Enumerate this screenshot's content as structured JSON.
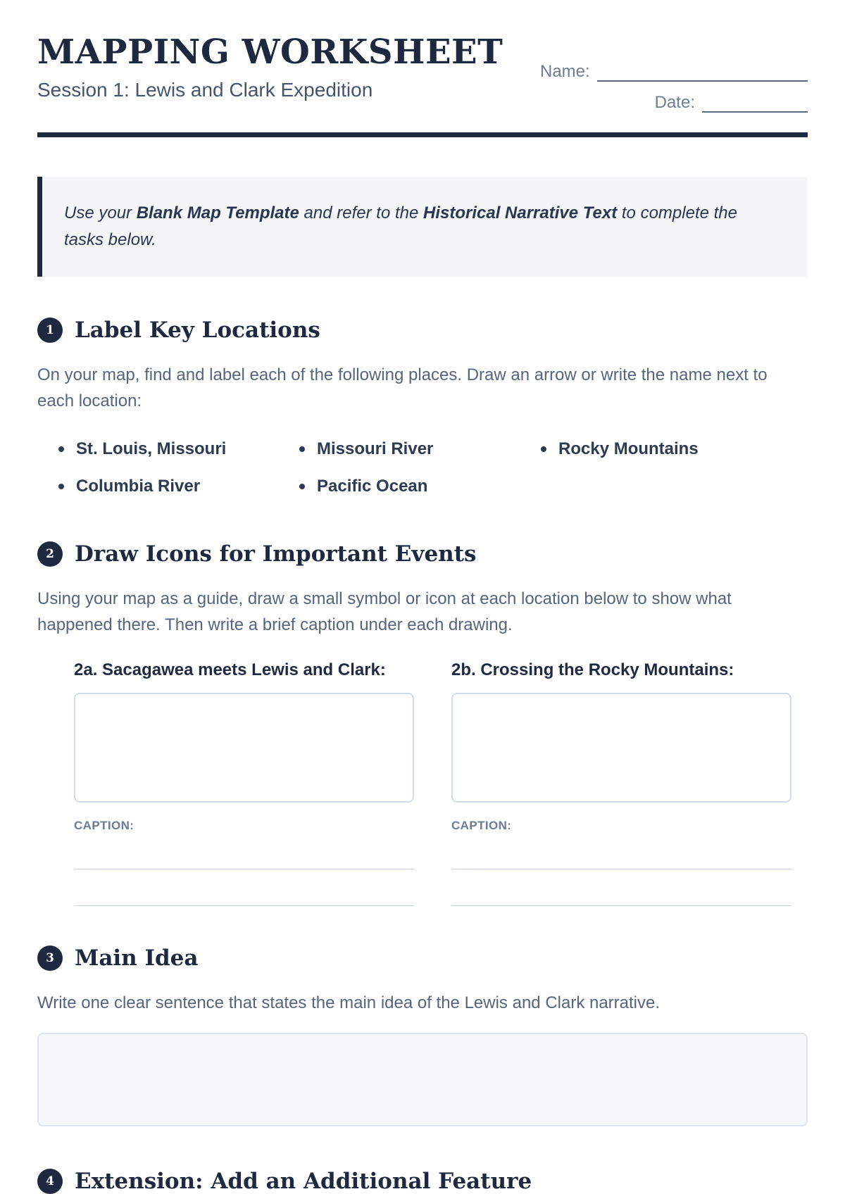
{
  "header": {
    "title": "MAPPING WORKSHEET",
    "subtitle": "Session 1: Lewis and Clark Expedition",
    "name_label": "Name:",
    "date_label": "Date:"
  },
  "instruction": {
    "part1": "Use your ",
    "bold1": "Blank Map Template",
    "part2": " and refer to the ",
    "bold2": "Historical Narrative Text",
    "part3": " to complete the tasks below."
  },
  "section1": {
    "number": "1",
    "title": "Label Key Locations",
    "description": "On your map, find and label each of the following places. Draw an arrow or write the name next to each location:",
    "bullets": [
      "St. Louis, Missouri",
      "Missouri River",
      "Rocky Mountains",
      "Columbia River",
      "Pacific Ocean"
    ]
  },
  "section2": {
    "number": "2",
    "title": "Draw Icons for Important Events",
    "description": "Using your map as a guide, draw a small symbol or icon at each location below to show what happened there. Then write a brief caption under each drawing.",
    "items": [
      {
        "label": "2a. Sacagawea meets Lewis and Clark:",
        "caption_label": "CAPTION:"
      },
      {
        "label": "2b. Crossing the Rocky Mountains:",
        "caption_label": "CAPTION:"
      }
    ]
  },
  "section3": {
    "number": "3",
    "title": "Main Idea",
    "description": "Write one clear sentence that states the main idea of the Lewis and Clark narrative."
  },
  "section4": {
    "number": "4",
    "title": "Extension: Add an Additional Feature"
  },
  "colors": {
    "navy": "#1e2940",
    "body_text": "#56657d",
    "bold_item_text": "#2d3a52",
    "muted_label": "#6b7a90",
    "caption_line": "#c6d0de",
    "box_border": "#d3dce6",
    "answer_bg": "#f6f7f9",
    "instruction_bg": "#f3f5f7"
  }
}
